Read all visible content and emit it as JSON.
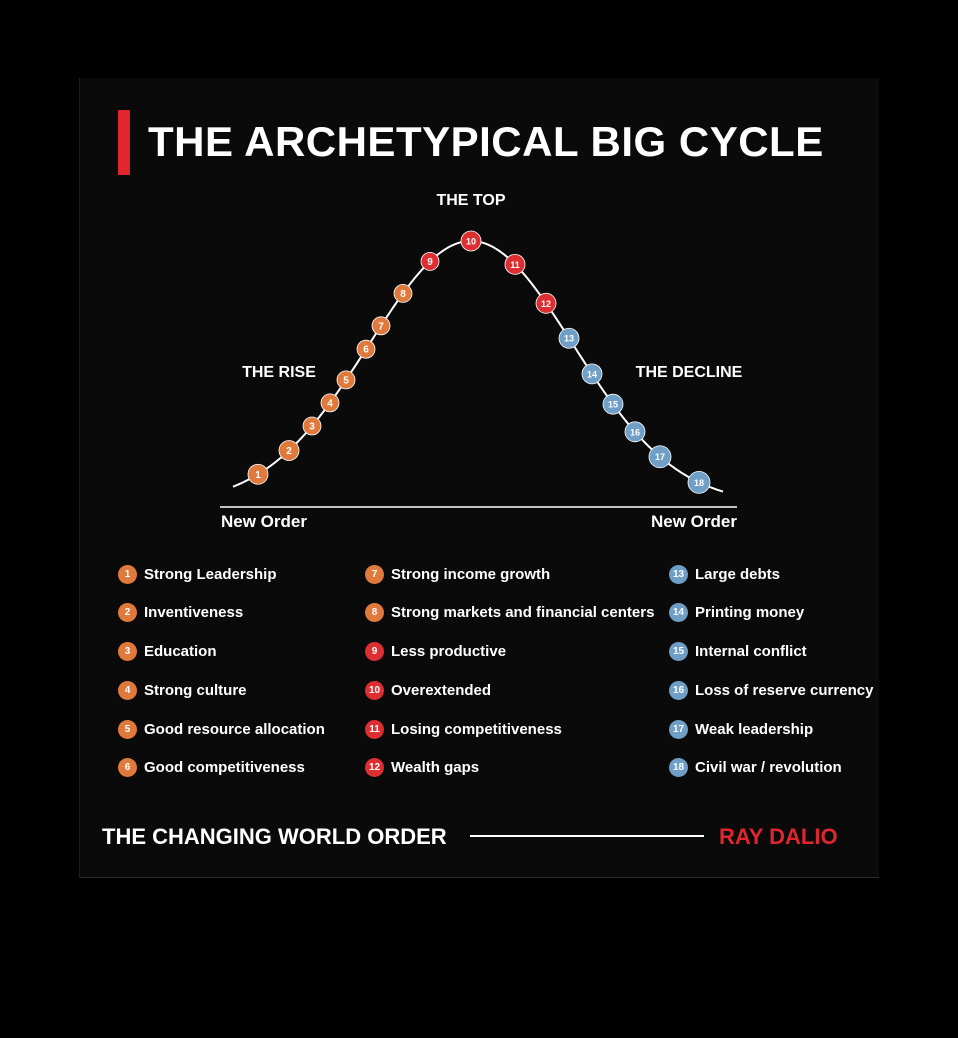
{
  "title": "THE ARCHETYPICAL BIG CYCLE",
  "labels": {
    "top": "THE TOP",
    "rise": "THE RISE",
    "decline": "THE DECLINE",
    "new_order_left": "New Order",
    "new_order_right": "New Order"
  },
  "colors": {
    "accent": "#e0262d",
    "rise": "#e07a3c",
    "top": "#dd2e32",
    "decline": "#6f9fc6",
    "curve": "#ffffff",
    "background": "#0a0a0a"
  },
  "stages": [
    {
      "num": "1",
      "label": "Strong Leadership",
      "phase": "rise"
    },
    {
      "num": "2",
      "label": "Inventiveness",
      "phase": "rise"
    },
    {
      "num": "3",
      "label": "Education",
      "phase": "rise"
    },
    {
      "num": "4",
      "label": "Strong culture",
      "phase": "rise"
    },
    {
      "num": "5",
      "label": "Good resource allocation",
      "phase": "rise"
    },
    {
      "num": "6",
      "label": "Good competitiveness",
      "phase": "rise"
    },
    {
      "num": "7",
      "label": "Strong income growth",
      "phase": "rise"
    },
    {
      "num": "8",
      "label": "Strong markets and financial centers",
      "phase": "rise"
    },
    {
      "num": "9",
      "label": "Less productive",
      "phase": "top"
    },
    {
      "num": "10",
      "label": "Overextended",
      "phase": "top"
    },
    {
      "num": "11",
      "label": "Losing competitiveness",
      "phase": "top"
    },
    {
      "num": "12",
      "label": "Wealth gaps",
      "phase": "top"
    },
    {
      "num": "13",
      "label": "Large debts",
      "phase": "decline"
    },
    {
      "num": "14",
      "label": "Printing money",
      "phase": "decline"
    },
    {
      "num": "15",
      "label": "Internal conflict",
      "phase": "decline"
    },
    {
      "num": "16",
      "label": "Loss of reserve currency",
      "phase": "decline"
    },
    {
      "num": "17",
      "label": "Weak leadership",
      "phase": "decline"
    },
    {
      "num": "18",
      "label": "Civil war / revolution",
      "phase": "decline"
    }
  ],
  "footer": {
    "left": "THE CHANGING WORLD ORDER",
    "right": "RAY DALIO"
  }
}
